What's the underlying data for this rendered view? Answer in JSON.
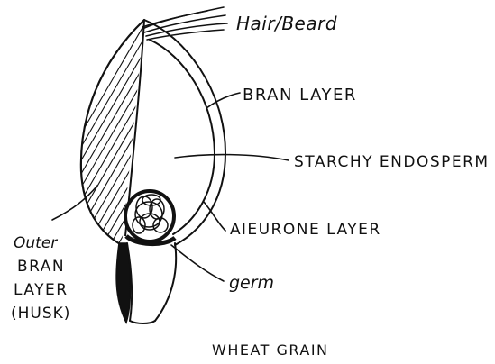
{
  "labels": {
    "hair": "Hair/Beard",
    "bran": "BRAN LAYER",
    "starch": "STARCHY ENDOSPERM",
    "aleurone": "AlEURONE LAYER",
    "germ": "germ",
    "outer": [
      "Outer",
      "BRAN",
      "LAYER",
      "(HUSK)"
    ]
  },
  "title": "WHEAT GRAIN",
  "colors": {
    "ink": "#111111",
    "background": "#ffffff"
  }
}
